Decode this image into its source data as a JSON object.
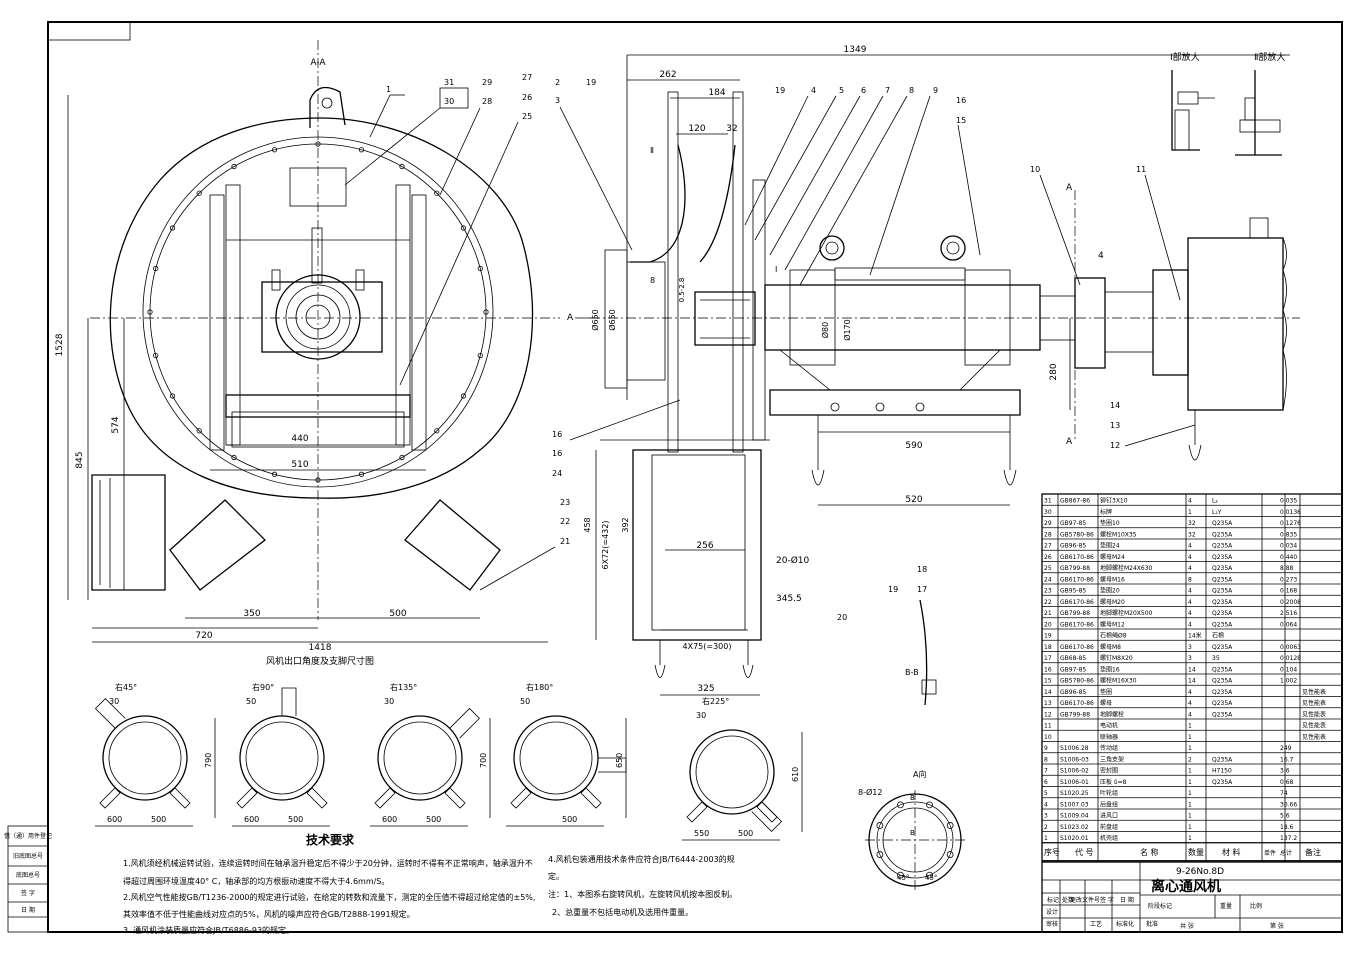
{
  "drawing": {
    "section_title": "A-A",
    "caption_outlet": "风机出口角度及支脚尺寸图",
    "zoom_label_1": "Ⅰ部放大",
    "zoom_label_2": "Ⅱ部放大",
    "view_bb": "B-B",
    "view_a": "A向",
    "view_a_holes": "8-Ø12",
    "angle_left": "45°",
    "angle_right": "45°",
    "b_mark": "B",
    "mark_a": "A",
    "mark_I": "Ⅰ",
    "mark_II": "Ⅱ"
  },
  "dimensions": {
    "d1349": "1349",
    "d262": "262",
    "d184": "184",
    "d120": "120",
    "d32": "32",
    "d1528": "1528",
    "d845": "845",
    "d574": "574",
    "d440": "440",
    "d510": "510",
    "d350": "350",
    "d500": "500",
    "d720": "720",
    "d1418": "1418",
    "d650a": "Ø650",
    "d650b": "Ø650",
    "d8": "8",
    "d0528": "0.5-2.8",
    "d590": "590",
    "d520": "520",
    "d280": "280",
    "d4": "4",
    "d458": "458",
    "d392": "392",
    "d6x72": "6X72(=432)",
    "d256": "256",
    "d20o10": "20-Ø10",
    "d3455": "345.5",
    "d4x75": "4X75(=300)",
    "d325": "325",
    "d80": "Ø80",
    "d170": "Ø170"
  },
  "rotations": [
    {
      "label": "右45°",
      "w1": "600",
      "w2": "500",
      "h": "790",
      "top": "30"
    },
    {
      "label": "右90°",
      "w1": "600",
      "w2": "500",
      "h": "",
      "top": "50"
    },
    {
      "label": "右135°",
      "w1": "600",
      "w2": "500",
      "h": "700",
      "top": "30"
    },
    {
      "label": "右180°",
      "w1": "",
      "w2": "500",
      "h": "650",
      "top": "50"
    },
    {
      "label": "右225°",
      "w1": "550",
      "w2": "500",
      "h": "610",
      "top": "30"
    }
  ],
  "callouts": [
    "1",
    "2",
    "3",
    "4",
    "5",
    "6",
    "7",
    "8",
    "9",
    "10",
    "11",
    "12",
    "13",
    "14",
    "15",
    "16",
    "17",
    "18",
    "19",
    "20",
    "21",
    "22",
    "23",
    "24",
    "25",
    "26",
    "27",
    "28",
    "29",
    "30",
    "31"
  ],
  "tech": {
    "heading": "技术要求",
    "items": [
      "1.风机须经机械运转试验，连续运转时间在轴承温升稳定后不得少于20分钟，运转时不得有不正常响声，轴承温升不",
      "得超过周围环境温度40° C，轴承部的均方根振动速度不得大于4.6mm/S。",
      "2.风机空气性能按GB/T1236-2000的规定进行试验，在给定的转数和流量下，测定的全压值不得超过给定值的±5%,",
      "其效率值不低于性能曲线对应点的5%，风机的噪声应符合GB/T2888-1991规定。",
      "3. 通风机涂装质量应符合JB/T6886-93的规定。"
    ],
    "items_right": [
      "4.风机包装通用技术条件应符合JB/T6444-2003的规",
      "定。",
      "注：1、本图系右旋转风机，左旋转风机按本图反制。",
      "2、总重量不包括电动机及选用件重量。"
    ]
  },
  "bom": {
    "headers": [
      "序号",
      "代 号",
      "名 称",
      "数量",
      "材 料",
      "单件",
      "总计",
      "备注"
    ],
    "rows": [
      [
        "31",
        "GB867-86",
        "铆钉3X10",
        "4",
        "L₂",
        "",
        "0.035",
        ""
      ],
      [
        "30",
        "",
        "标牌",
        "1",
        "L₂Y",
        "",
        "0.0136",
        ""
      ],
      [
        "29",
        "GB97-85",
        "垫圈10",
        "32",
        "Q235A",
        "",
        "0.1276",
        ""
      ],
      [
        "28",
        "GB5780-86",
        "螺栓M10X35",
        "32",
        "Q235A",
        "",
        "0.835",
        ""
      ],
      [
        "27",
        "GB96-85",
        "垫圈24",
        "4",
        "Q235A",
        "",
        "0.034",
        ""
      ],
      [
        "26",
        "GB6170-86",
        "螺母M24",
        "4",
        "Q235A",
        "",
        "0.440",
        ""
      ],
      [
        "25",
        "GB799-88",
        "地脚螺栓M24X630",
        "4",
        "Q235A",
        "",
        "8.88",
        ""
      ],
      [
        "24",
        "GB6170-86",
        "螺母M16",
        "8",
        "Q235A",
        "",
        "0.273",
        ""
      ],
      [
        "23",
        "GB95-85",
        "垫圈20",
        "4",
        "Q235A",
        "",
        "0.168",
        ""
      ],
      [
        "22",
        "GB6170-86",
        "螺母M20",
        "4",
        "Q235A",
        "",
        "0.2008",
        ""
      ],
      [
        "21",
        "GB799-88",
        "地脚螺栓M20X500",
        "4",
        "Q235A",
        "",
        "2.516",
        ""
      ],
      [
        "20",
        "GB6170-86",
        "螺母M12",
        "4",
        "Q235A",
        "",
        "0.064",
        ""
      ],
      [
        "19",
        "",
        "石棉绳Ø8",
        "14米",
        "石棉",
        "",
        "",
        ""
      ],
      [
        "18",
        "GB6170-86",
        "螺母M8",
        "3",
        "Q235A",
        "",
        "0.0063",
        ""
      ],
      [
        "17",
        "GB68-85",
        "螺钉M8X20",
        "3",
        "35",
        "",
        "0.0128",
        ""
      ],
      [
        "16",
        "GB97-85",
        "垫圈16",
        "14",
        "Q235A",
        "",
        "0.104",
        ""
      ],
      [
        "15",
        "GB5780-86",
        "螺栓M16X30",
        "14",
        "Q235A",
        "",
        "1.002",
        ""
      ],
      [
        "14",
        "GB96-85",
        "垫圈",
        "4",
        "Q235A",
        "",
        "",
        "见性能表"
      ],
      [
        "13",
        "GB6170-86",
        "螺母",
        "4",
        "Q235A",
        "",
        "",
        "见性能表"
      ],
      [
        "12",
        "GB799-88",
        "地脚螺栓",
        "4",
        "Q235A",
        "",
        "",
        "见性能表"
      ],
      [
        "11",
        "",
        "电动机",
        "1",
        "",
        "",
        "",
        "见性能表"
      ],
      [
        "10",
        "",
        "联轴器",
        "1",
        "",
        "",
        "",
        "见性能表"
      ],
      [
        "9",
        "S1006.28",
        "传动组",
        "1",
        "",
        "",
        "249",
        ""
      ],
      [
        "8",
        "S1006-03",
        "三角支架",
        "2",
        "Q235A",
        "",
        "16.7",
        ""
      ],
      [
        "7",
        "S1006-02",
        "密封圈",
        "1",
        "H7150",
        "",
        "3.6",
        ""
      ],
      [
        "6",
        "S1006-01",
        "压板 δ=8",
        "1",
        "Q235A",
        "",
        "0.68",
        ""
      ],
      [
        "5",
        "S1020.25",
        "叶轮组",
        "1",
        "",
        "",
        "74",
        ""
      ],
      [
        "4",
        "S1007.03",
        "后盘组",
        "1",
        "",
        "",
        "30.66",
        ""
      ],
      [
        "3",
        "S1009.04",
        "进风口",
        "1",
        "",
        "",
        "5.6",
        ""
      ],
      [
        "2",
        "S1023.02",
        "前盘组",
        "1",
        "",
        "",
        "18.6",
        ""
      ],
      [
        "1",
        "S1020.01",
        "机壳组",
        "1",
        "",
        "",
        "137.2",
        ""
      ]
    ]
  },
  "title_block": {
    "model": "9-26No.8D",
    "name": "离心通风机",
    "left_strip": [
      "借（通）用件登记",
      "旧底图总号",
      "底图总号",
      "签 字",
      "日 期"
    ],
    "sign_labels": [
      "标记",
      "处数",
      "更改文件号",
      "签 字",
      "日 期"
    ],
    "stage_labels": [
      "阶段标记",
      "重量",
      "比例"
    ],
    "role_labels": [
      "设计",
      "审核",
      "工艺",
      "标准化",
      "批准"
    ],
    "foot_labels": [
      "共 张",
      "第 张"
    ]
  }
}
